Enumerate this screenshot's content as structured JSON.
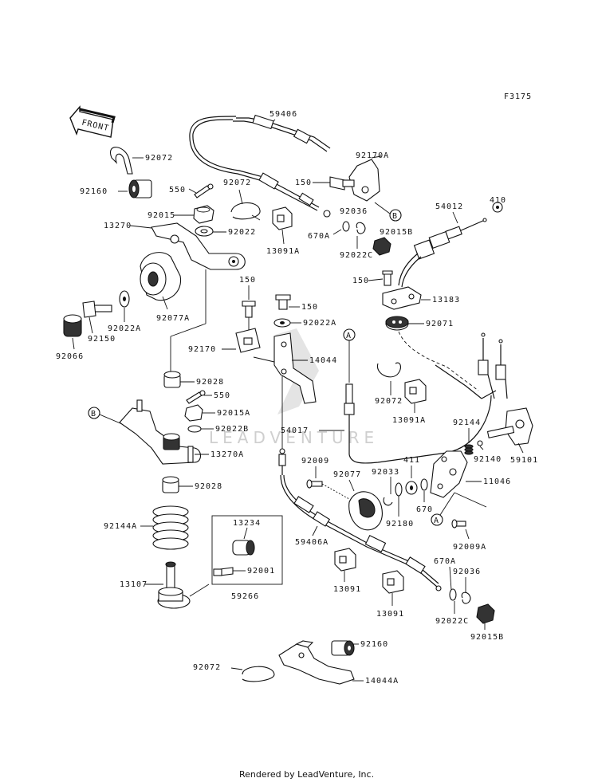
{
  "diagram_code": "F3175",
  "front_label": "FRONT",
  "watermark": "LEADVENTURE",
  "footer": "Rendered by LeadVenture, Inc.",
  "callouts": {
    "A": "A",
    "B": "B"
  },
  "parts": {
    "p92072_top": "92072",
    "p92160_top": "92160",
    "p550_top": "550",
    "p92072_mid": "92072",
    "p92015": "92015",
    "p13270": "13270",
    "p92022": "92022",
    "p92077A": "92077A",
    "p92022A_left": "92022A",
    "p92150": "92150",
    "p92066": "92066",
    "p59406": "59406",
    "p92170A": "92170A",
    "p150_top": "150",
    "p92036_top": "92036",
    "p670A_top": "670A",
    "p13091A_top": "13091A",
    "p92022C_top": "92022C",
    "p92015B_top": "92015B",
    "p410": "410",
    "p54012": "54012",
    "p150_mid": "150",
    "p13183": "13183",
    "p92071": "92071",
    "p150_center_top": "150",
    "p150_center": "150",
    "p92022A_center": "92022A",
    "p92170": "92170",
    "p14044": "14044",
    "p92028_upper": "92028",
    "p550_lower": "550",
    "p92015A": "92015A",
    "p92022B": "92022B",
    "p13270A": "13270A",
    "p92028_lower": "92028",
    "p92144A": "92144A",
    "p13107": "13107",
    "p13234": "13234",
    "p92001": "92001",
    "p59266": "59266",
    "p92072_right": "92072",
    "p13091A_mid": "13091A",
    "p54017": "54017",
    "p92144": "92144",
    "p92140": "92140",
    "p59101": "59101",
    "p11046": "11046",
    "p92009": "92009",
    "p92077": "92077",
    "p92033": "92033",
    "p411": "411",
    "p670": "670",
    "p92180": "92180",
    "p92009A": "92009A",
    "p59406A": "59406A",
    "p13091_left": "13091",
    "p13091_right": "13091",
    "p670A_bottom": "670A",
    "p92036_bottom": "92036",
    "p92022C_bottom": "92022C",
    "p92015B_bottom": "92015B",
    "p92160_bottom": "92160",
    "p92072_bottom": "92072",
    "p14044A": "14044A"
  }
}
